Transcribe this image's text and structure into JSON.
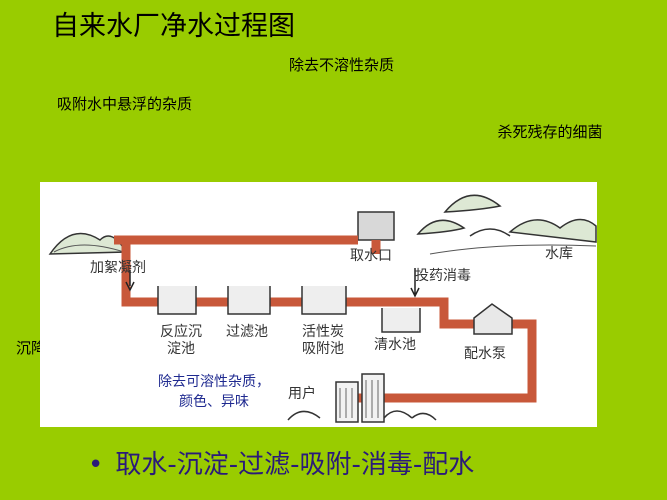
{
  "title": "自来水厂净水过程图",
  "notes": {
    "insoluble": "除去不溶性杂质",
    "adsorb": "吸附水中悬浮的杂质",
    "kill_bacteria": "杀死残存的细菌",
    "sediment": "沉降杂质"
  },
  "diagram": {
    "labels": {
      "coagulant": "加絮凝剂",
      "intake": "取水口",
      "reservoir": "水库",
      "disinfect": "投药消毒",
      "reaction_tank_line1": "反应沉",
      "reaction_tank_line2": "淀池",
      "filter_tank": "过滤池",
      "carbon_tank_line1": "活性炭",
      "carbon_tank_line2": "吸附池",
      "clear_tank": "清水池",
      "pump": "配水泵",
      "user": "用户"
    },
    "blue_note_line1": "除去可溶性杂质，",
    "blue_note_line2": "颜色、异味"
  },
  "bullet": {
    "dot": "•",
    "text": "取水-沉淀-过滤-吸附-消毒-配水"
  },
  "colors": {
    "background": "#99CC00",
    "pipe": "#C8583A",
    "blue_text": "#1F2A90",
    "bullet_text": "#2A1A7A"
  }
}
